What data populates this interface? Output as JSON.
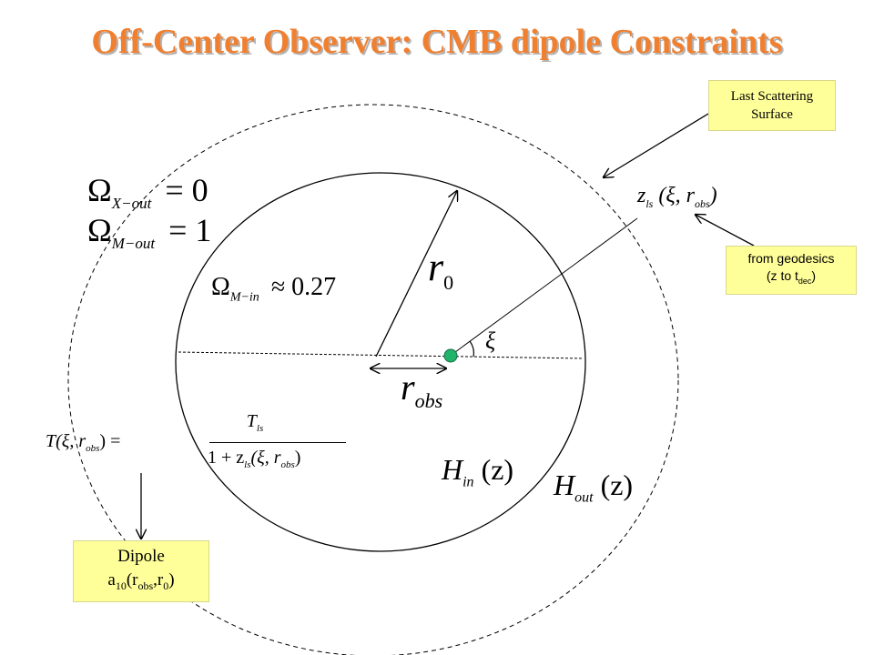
{
  "title": "Off-Center Observer: CMB dipole Constraints",
  "labels": {
    "last_scattering_line1": "Last Scattering",
    "last_scattering_line2": "Surface",
    "geodesics_line1": "from geodesics",
    "geodesics_line2_pre": "(z to t",
    "geodesics_line2_sub": "dec",
    "geodesics_line2_post": ")",
    "dipole_line1": "Dipole",
    "dipole_a": "a",
    "dipole_a_sub": "10",
    "dipole_open": "(r",
    "dipole_obs_sub": "obs",
    "dipole_comma": ",r",
    "dipole_zero_sub": "0",
    "dipole_close": ")"
  },
  "equations": {
    "omega_x_out": {
      "symbol": "Ω",
      "sub": "X−out",
      "rhs": "= 0"
    },
    "omega_m_out": {
      "symbol": "Ω",
      "sub": "M−out",
      "rhs": "= 1"
    },
    "omega_m_in": {
      "symbol": "Ω",
      "sub": "M−in",
      "rhs": "≈ 0.27"
    },
    "r0": {
      "symbol": "r",
      "sub": "0"
    },
    "robs": {
      "symbol": "r",
      "sub": "obs"
    },
    "xi": {
      "symbol": "ξ"
    },
    "zls": {
      "symbol": "z",
      "sub": "ls",
      "args": "(ξ, r",
      "args_sub": "obs",
      "args_end": ")"
    },
    "h_in": {
      "symbol": "H",
      "sub": "in",
      "args": "(z)"
    },
    "h_out": {
      "symbol": "H",
      "sub": "out",
      "args": "(z)"
    },
    "temperature": {
      "lhs": "T(ξ, r",
      "lhs_sub": "obs",
      "lhs_end": ") =",
      "numerator": "T",
      "numerator_sub": "ls",
      "denominator_pre": "1 + z",
      "denominator_sub": "ls",
      "denominator_args": "(ξ, r",
      "denominator_args_sub": "obs",
      "denominator_end": ")"
    }
  },
  "colors": {
    "title": "#f08030",
    "title_shadow": "#b3b3b3",
    "note_fill": "#ffff99",
    "observer": "#22b36b",
    "lines": "#000000"
  }
}
